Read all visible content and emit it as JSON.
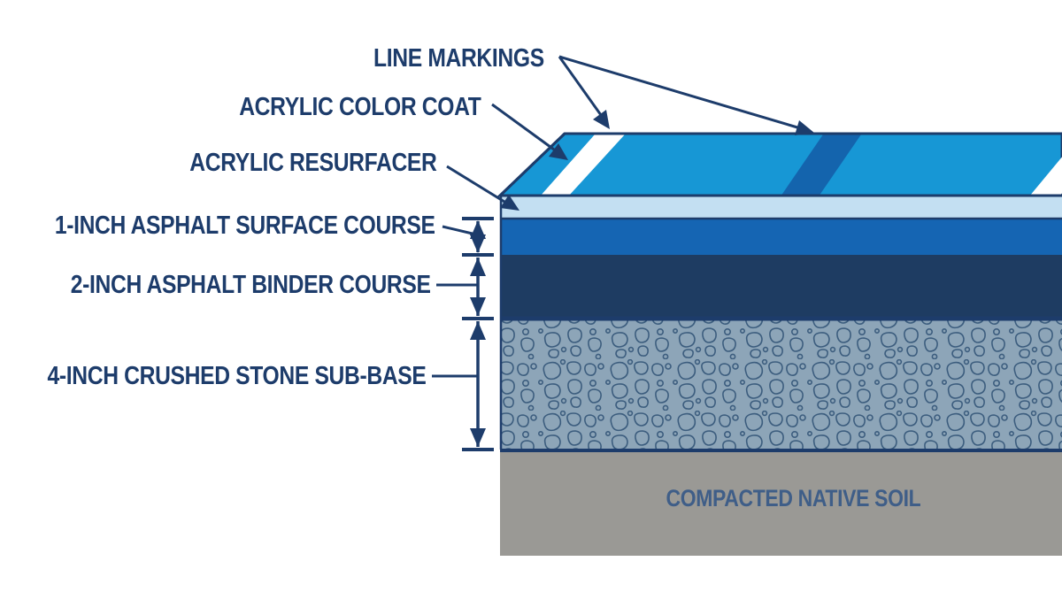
{
  "diagram": {
    "type": "pavement-cross-section",
    "labels": {
      "line_markings": "LINE MARKINGS",
      "color_coat": "ACRYLIC COLOR COAT",
      "resurfacer": "ACRYLIC RESURFACER",
      "surface_course": "1-INCH ASPHALT SURFACE COURSE",
      "binder_course": "2-INCH ASPHALT BINDER COURSE",
      "sub_base": "4-INCH CRUSHED STONE SUB-BASE",
      "native_soil": "COMPACTED NATIVE SOIL"
    },
    "layers_top_to_bottom": [
      {
        "label": "LINE MARKINGS",
        "fill": "#ffffff"
      },
      {
        "label": "ACRYLIC COLOR COAT",
        "fill": "#1797d5"
      },
      {
        "label": "ACRYLIC RESURFACER",
        "fill": "#c3dff2"
      },
      {
        "label": "1-INCH ASPHALT SURFACE COURSE",
        "fill": "#1565b3"
      },
      {
        "label": "2-INCH ASPHALT BINDER COURSE",
        "fill": "#1e3c62"
      },
      {
        "label": "4-INCH CRUSHED STONE SUB-BASE",
        "fill": "#8da5b8"
      },
      {
        "label": "COMPACTED NATIVE SOIL",
        "fill": "#9a9995"
      }
    ],
    "colors": {
      "court_surface": "#1797d5",
      "court_stripe_dark": "#1464ad",
      "stripe_white": "#ffffff",
      "resurfacer": "#c3dff2",
      "surface_course": "#1565b3",
      "binder_course": "#1e3c62",
      "stone_fill": "#8da5b8",
      "stone_outline": "#3c5d7e",
      "soil_fill": "#9a9995",
      "outline_navy": "#1d3c6b",
      "label_text": "#1d3c6b",
      "soil_text": "#3f5e88",
      "background": "#ffffff"
    }
  }
}
